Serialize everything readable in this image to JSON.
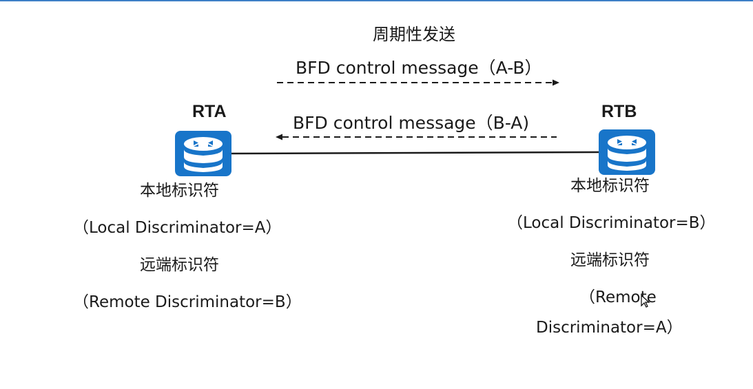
{
  "title": "周期性发送",
  "messages": {
    "a_to_b": "BFD control message（A-B）",
    "b_to_a": "BFD control message（B-A)"
  },
  "routers": {
    "rta": {
      "name": "RTA",
      "local_label": "本地标识符",
      "local_value": "（Local Discriminator=A）",
      "remote_label": "远端标识符",
      "remote_value": "（Remote Discriminator=B）"
    },
    "rtb": {
      "name": "RTB",
      "local_label": "本地标识符",
      "local_value": "（Local Discriminator=B）",
      "remote_label": "远端标识符",
      "remote_value_line1": "（Remote",
      "remote_value_line2": "Discriminator=A）"
    }
  },
  "colors": {
    "router": "#1875c9",
    "accent_bar": "#3d7fc6",
    "line": "#1a1a1a"
  },
  "icons": {
    "router": "router-icon",
    "cursor": "mouse-cursor-icon"
  }
}
